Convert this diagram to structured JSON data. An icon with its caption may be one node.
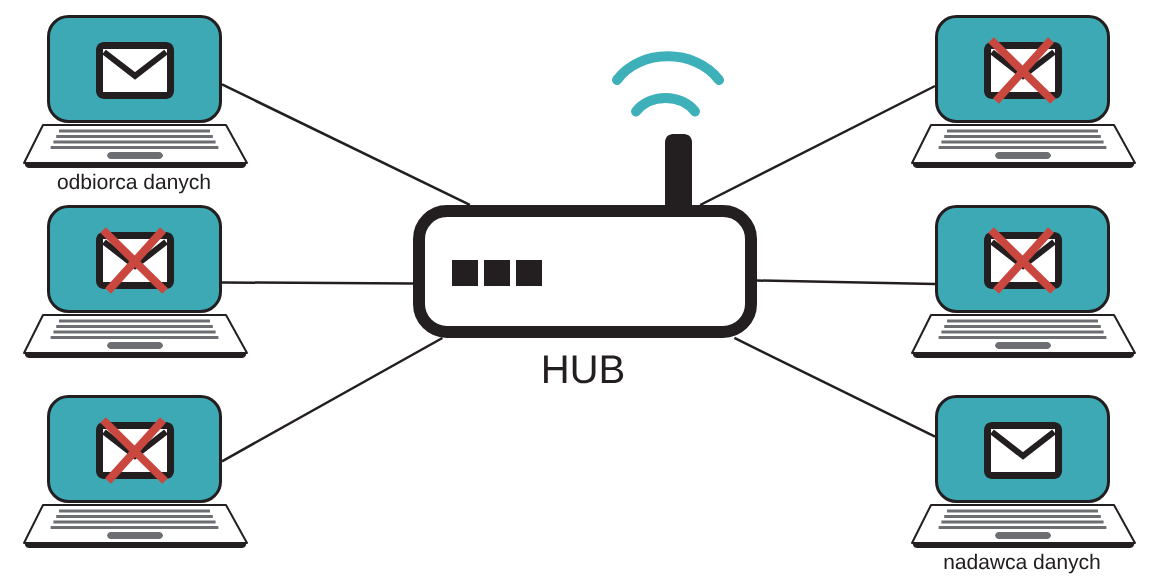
{
  "diagram": {
    "nodes": [
      {
        "text": [],
        "shape": "laptop",
        "beside": [
          "odbiorca danych"
        ]
      },
      {
        "text": [],
        "shape": "laptop"
      },
      {
        "text": [],
        "shape": "laptop"
      },
      {
        "text": [],
        "shape": "router",
        "beside": [
          "HUB"
        ]
      },
      {
        "text": [],
        "shape": "laptop"
      },
      {
        "text": [],
        "shape": "laptop"
      },
      {
        "text": [],
        "shape": "laptop",
        "beside": [
          "nadawca danych"
        ]
      }
    ],
    "edges": [
      {
        "from": 0,
        "to": 3,
        "arrow": "none"
      },
      {
        "from": 1,
        "to": 3,
        "arrow": "none"
      },
      {
        "from": 2,
        "to": 3,
        "arrow": "none"
      },
      {
        "from": 4,
        "to": 3,
        "arrow": "none"
      },
      {
        "from": 5,
        "to": 3,
        "arrow": "none"
      },
      {
        "from": 6,
        "to": 3,
        "arrow": "none"
      }
    ]
  }
}
